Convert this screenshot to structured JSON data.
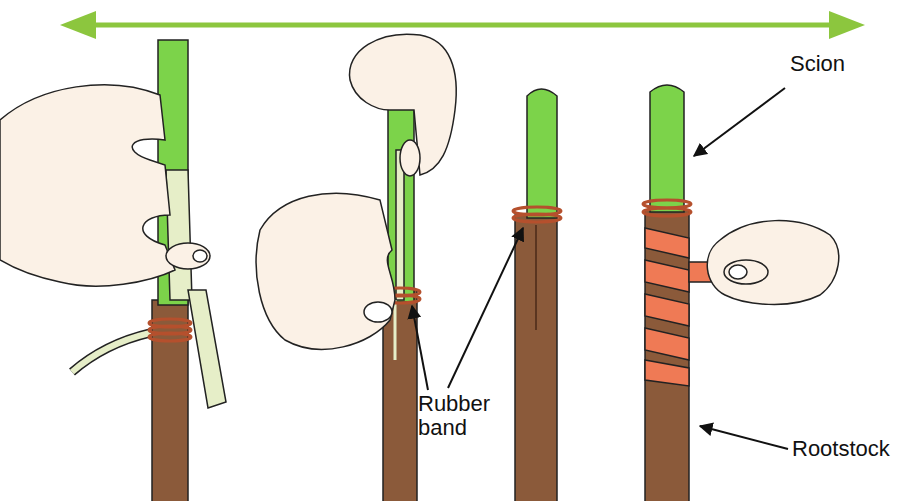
{
  "diagram": {
    "labels": [
      "Scion",
      "Rubber band",
      "Rootstock"
    ]
  }
}
